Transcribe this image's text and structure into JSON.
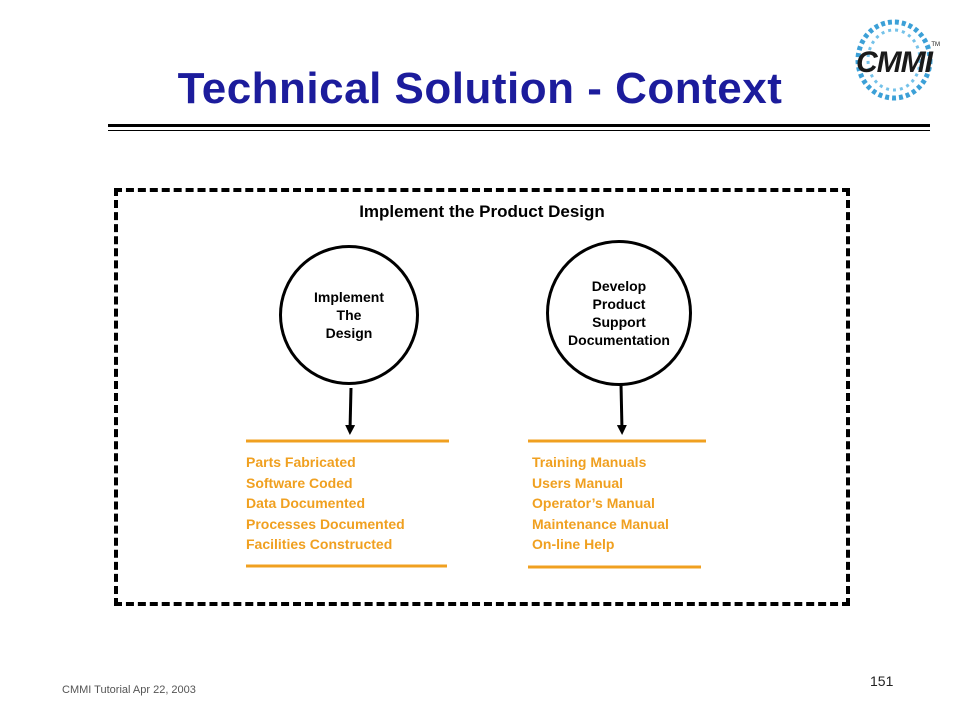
{
  "slide": {
    "title": "Technical Solution - Context",
    "logo_text": "CMMI",
    "logo_tm": "TM",
    "footer": "CMMI Tutorial Apr 22, 2003",
    "page_number": "151"
  },
  "diagram": {
    "frame_title": "Implement the Product  Design",
    "nodes": [
      {
        "label": "Implement\nThe\nDesign"
      },
      {
        "label": "Develop\nProduct\nSupport\nDocumentation"
      }
    ],
    "outputs": [
      {
        "items": [
          "Parts Fabricated",
          "Software Coded",
          "Data Documented",
          "Processes  Documented",
          "Facilities Constructed"
        ]
      },
      {
        "items": [
          "Training Manuals",
          "Users Manual",
          "Operator’s Manual",
          "Maintenance  Manual",
          "On-line Help"
        ]
      }
    ]
  },
  "colors": {
    "title": "#1c1c9c",
    "output_text": "#f0a020",
    "output_rule": "#f0a020",
    "frame": "#000000",
    "logo_swoosh": "#1a8fd0"
  }
}
